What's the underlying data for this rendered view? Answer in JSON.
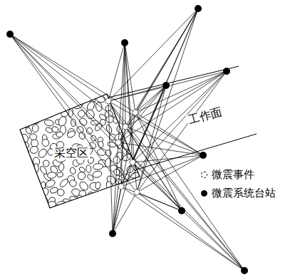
{
  "diagram": {
    "nodes": [
      {
        "text": [
          "采空区"
        ]
      }
    ],
    "labels": [
      "工作面"
    ],
    "legend": [
      {
        "text": "微震事件"
      },
      {
        "text": "微震系统台站"
      }
    ]
  }
}
